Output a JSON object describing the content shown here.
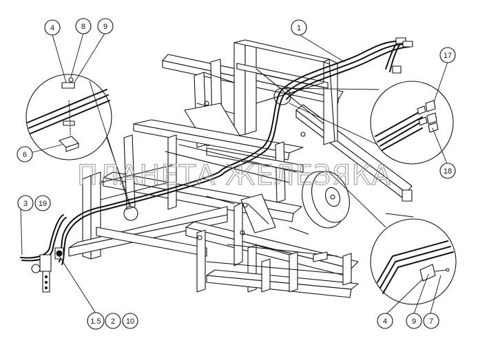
{
  "diagram": {
    "callouts": [
      {
        "id": "c1",
        "label": "1"
      },
      {
        "id": "c4a",
        "label": "4"
      },
      {
        "id": "c8",
        "label": "8"
      },
      {
        "id": "c9a",
        "label": "9"
      },
      {
        "id": "c6",
        "label": "6"
      },
      {
        "id": "c3",
        "label": "3"
      },
      {
        "id": "c19",
        "label": "19"
      },
      {
        "id": "c15",
        "label": "1.5"
      },
      {
        "id": "c2",
        "label": "2"
      },
      {
        "id": "c10",
        "label": "10"
      },
      {
        "id": "c17",
        "label": "17"
      },
      {
        "id": "c18",
        "label": "18"
      },
      {
        "id": "c4b",
        "label": "4"
      },
      {
        "id": "c9b",
        "label": "9"
      },
      {
        "id": "c7",
        "label": "7"
      }
    ],
    "watermark": "ПЛАНЕТА ЖЕЛЕЗЯКА"
  }
}
